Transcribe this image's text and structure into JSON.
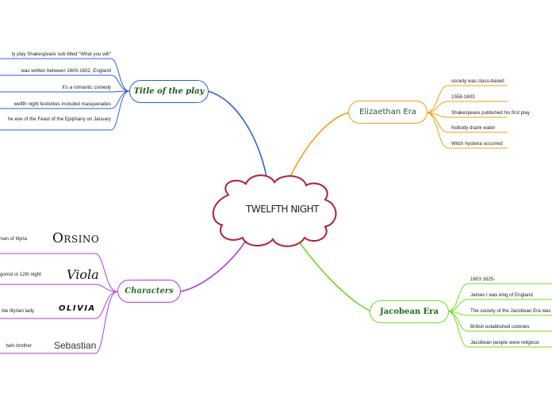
{
  "center": {
    "title": "TWELFTH NIGHT"
  },
  "title_branch": {
    "topic": "Title of the play",
    "items": [
      "ly play Shakespeare sub-titled \"What you will\"",
      "was written between 1600-1602, England",
      "It's a romantic comedy",
      "welfth night festivities included masquerades",
      "he eve of the Feast of the Epiphany on January"
    ]
  },
  "elizabethan_branch": {
    "topic": "Elizaethan Era",
    "items": [
      "society was class-based",
      "1558-1603",
      "Shakespeare published his first play",
      "Nobody drank water",
      "Witch hysteria occurred"
    ]
  },
  "characters_branch": {
    "topic": "Characters",
    "characters": [
      {
        "name": "Orsino",
        "note": "man of Illyria"
      },
      {
        "name": "Viola",
        "note": "gonist in 12th night"
      },
      {
        "name": "OLIVIA",
        "note": "ble Illyrian lady"
      },
      {
        "name": "Sebastian",
        "note": "twin brother"
      }
    ]
  },
  "jacobean_branch": {
    "topic": "Jacobean Era",
    "items": [
      "1603 1625-",
      "James I was king of England",
      "The society of the Jacobean Era was v",
      "British established colonies",
      "Jacobean people were religious"
    ]
  },
  "colors": {
    "title_branch": "#2f5fd8",
    "elizabethan_branch": "#f39c12",
    "characters_branch": "#b23ad6",
    "jacobean_branch": "#6fdc1f",
    "center_outline": "#b01e3a",
    "title_text": "#1a5a1a",
    "elizabethan_text": "#1a5a3a",
    "characters_text": "#2a6a2a",
    "jacobean_text": "#1a6a1a"
  }
}
